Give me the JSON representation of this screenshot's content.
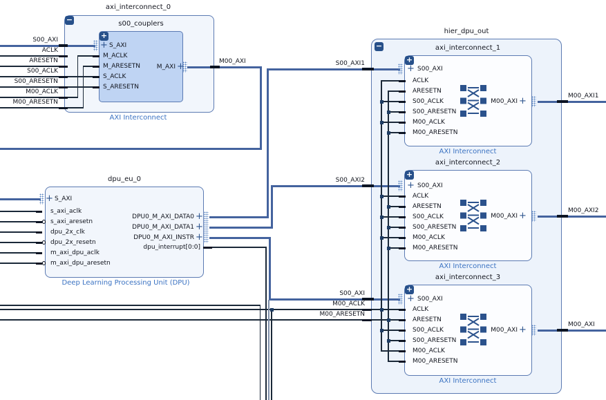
{
  "colors": {
    "bus_wire": "#44639e",
    "net_wire": "#1a2838",
    "gray_wire": "#7d8ea8",
    "block_border": "#5b7ab2",
    "outer_fill": "#f2f6fc",
    "hier_fill": "#edf3fb",
    "couplers_fill": "#bfd4f3",
    "ic_fill": "#fcfdff",
    "type_label_blue": "#3a72c2",
    "icon_bg": "#27508a",
    "xbar_blue": "#2b528c"
  },
  "edge_labels_left": [
    "S00_AXI",
    "ACLK",
    "ARESETN",
    "S00_ACLK",
    "S00_ARESETN",
    "M00_ACLK",
    "M00_ARESETN"
  ],
  "mid_labels": {
    "m00_axi": "M00_AXI"
  },
  "hier_input_labels": [
    "S00_AXI1",
    "S00_AXI2",
    "S00_AXI",
    "M00_ACLK",
    "M00_ARESETN"
  ],
  "hier_output_labels": [
    "M00_AXI1",
    "M00_AXI2",
    "M00_AXI"
  ],
  "blocks": {
    "axi_interconnect_0": {
      "title": "axi_interconnect_0",
      "type_label": "AXI Interconnect"
    },
    "s00_couplers": {
      "title": "s00_couplers",
      "left_pins": [
        "S_AXI",
        "M_ACLK",
        "M_ARESETN",
        "S_ACLK",
        "S_ARESETN"
      ],
      "right_pins": [
        "M_AXI"
      ]
    },
    "dpu_eu_0": {
      "title": "dpu_eu_0",
      "type_label": "Deep Learning Processing Unit (DPU)",
      "left_pins": [
        "S_AXI",
        "s_axi_aclk",
        "s_axi_aresetn",
        "dpu_2x_clk",
        "dpu_2x_resetn",
        "m_axi_dpu_aclk",
        "m_axi_dpu_aresetn"
      ],
      "right_pins": [
        "DPU0_M_AXI_DATA0",
        "DPU0_M_AXI_DATA1",
        "DPU0_M_AXI_INSTR",
        "dpu_interrupt[0:0]"
      ]
    },
    "hier_dpu_out": {
      "title": "hier_dpu_out"
    },
    "axi_interconnect_1": {
      "title": "axi_interconnect_1",
      "type_label": "AXI Interconnect",
      "left_pins": [
        "S00_AXI",
        "ACLK",
        "ARESETN",
        "S00_ACLK",
        "S00_ARESETN",
        "M00_ACLK",
        "M00_ARESETN"
      ],
      "right_pins": [
        "M00_AXI"
      ]
    },
    "axi_interconnect_2": {
      "title": "axi_interconnect_2",
      "type_label": "AXI Interconnect",
      "left_pins": [
        "S00_AXI",
        "ACLK",
        "ARESETN",
        "S00_ACLK",
        "S00_ARESETN",
        "M00_ACLK",
        "M00_ARESETN"
      ],
      "right_pins": [
        "M00_AXI"
      ]
    },
    "axi_interconnect_3": {
      "title": "axi_interconnect_3",
      "type_label": "AXI Interconnect",
      "left_pins": [
        "S00_AXI",
        "ACLK",
        "ARESETN",
        "S00_ACLK",
        "S00_ARESETN",
        "M00_ACLK",
        "M00_ARESETN"
      ],
      "right_pins": [
        "M00_AXI"
      ]
    }
  }
}
